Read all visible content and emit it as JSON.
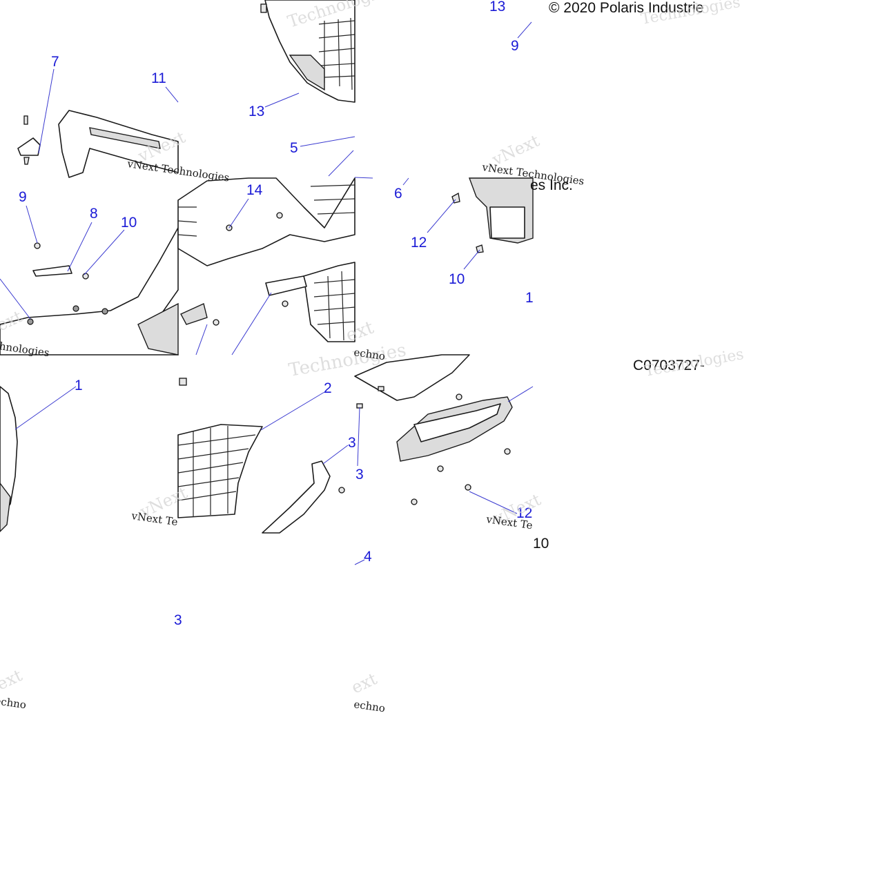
{
  "copyright": {
    "line1": "© 2020 Polaris Industrie",
    "line2_fragment": "es Inc."
  },
  "drawing_number": "C0703727-",
  "watermarks": {
    "vnext": "vNext",
    "technologies": "Technologies",
    "vnext_tech": "vNext Technologies",
    "vnext_tec": "vNext Te",
    "ext": "ext",
    "echno": "echno",
    "chnologies": "chnologies"
  },
  "callouts": {
    "c13_top": "13",
    "c9_top": "9",
    "c7": "7",
    "c11": "11",
    "c13_mid": "13",
    "c5": "5",
    "c9_left": "9",
    "c8": "8",
    "c10_left": "10",
    "c14": "14",
    "c6": "6",
    "c12_mid": "12",
    "c10_mid": "10",
    "c1_frag": "1",
    "c1": "1",
    "c2": "2",
    "c3_right": "3",
    "c3": "3",
    "c12_low": "12",
    "c10_low": "10",
    "c4": "4",
    "c8_frag": "3"
  }
}
